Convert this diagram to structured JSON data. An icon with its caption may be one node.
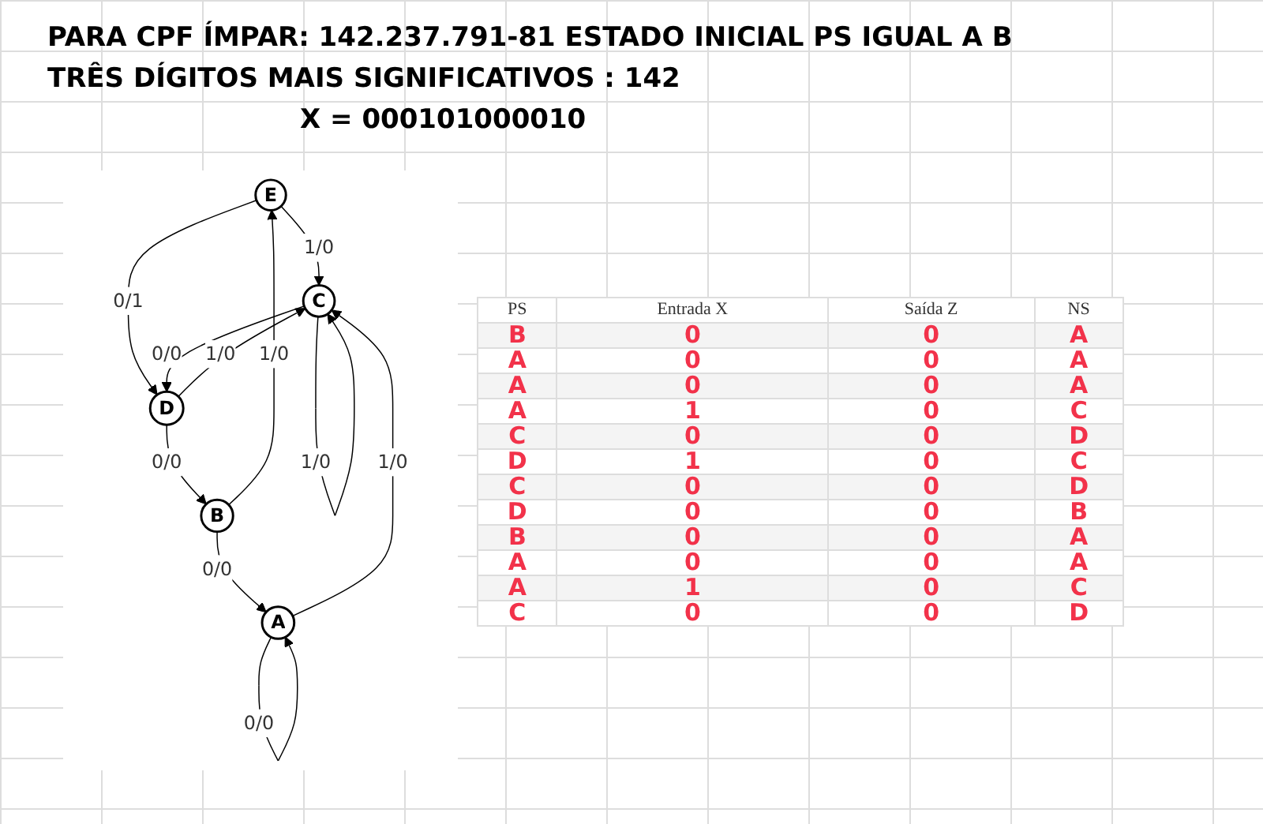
{
  "diagram": {
    "title": "PARA CPF ÍMPAR: 142.237.791-81 ESTADO INICIAL PS IGUAL A B",
    "nodes": [
      {
        "text": [
          "E"
        ]
      },
      {
        "text": [
          "C"
        ]
      },
      {
        "text": [
          "D"
        ]
      },
      {
        "text": [
          "B"
        ]
      },
      {
        "text": [
          "A"
        ]
      }
    ],
    "edges": [
      {
        "from": 0,
        "to": 1,
        "arrow": "to",
        "label": "1/0"
      },
      {
        "from": 1,
        "to": 1,
        "arrow": "to",
        "label": "1/0"
      },
      {
        "from": 0,
        "to": 2,
        "arrow": "to",
        "label": "0/1"
      },
      {
        "from": 2,
        "to": 1,
        "arrow": "to",
        "label": "1/0"
      },
      {
        "from": 1,
        "to": 2,
        "arrow": "to",
        "label": "0/0"
      },
      {
        "from": 3,
        "to": 0,
        "arrow": "to",
        "label": "1/0"
      },
      {
        "from": 2,
        "to": 3,
        "arrow": "to",
        "label": "0/0"
      },
      {
        "from": 4,
        "to": 1,
        "arrow": "to",
        "label": "1/0"
      },
      {
        "from": 3,
        "to": 4,
        "arrow": "to",
        "label": "0/0"
      },
      {
        "from": 4,
        "to": 4,
        "arrow": "to",
        "label": "0/0"
      }
    ],
    "labels": [
      "TRÊS DÍGITOS MAIS SIGNIFICATIVOS : 142",
      "X = 000101000010",
      "PS",
      "Entrada X",
      "Saída Z",
      "NS",
      "B",
      "0",
      "0",
      "A",
      "A",
      "0",
      "0",
      "A",
      "A",
      "0",
      "0",
      "A",
      "A",
      "1",
      "0",
      "C",
      "C",
      "0",
      "0",
      "D",
      "D",
      "1",
      "0",
      "C",
      "C",
      "0",
      "0",
      "D",
      "D",
      "0",
      "0",
      "B",
      "B",
      "0",
      "0",
      "A",
      "A",
      "0",
      "0",
      "A",
      "A",
      "1",
      "0",
      "C",
      "C",
      "0",
      "0",
      "D"
    ]
  }
}
